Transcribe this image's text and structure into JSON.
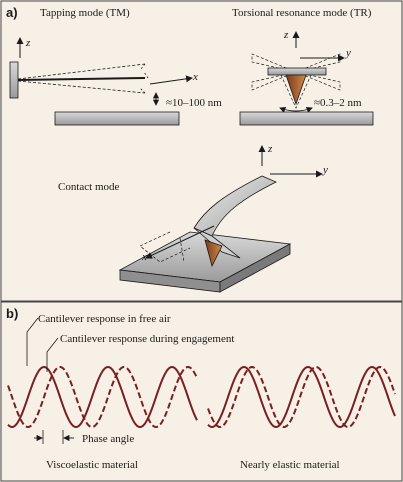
{
  "panel_a": {
    "label": "a)",
    "tapping": {
      "title": "Tapping mode (TM)",
      "range": "≈10–100 nm",
      "axis_z": "z",
      "axis_x": "x"
    },
    "torsional": {
      "title": "Torsional resonance mode (TR)",
      "range": "≈0.3–2 nm",
      "axis_z": "z",
      "axis_y": "y"
    },
    "contact": {
      "title": "Contact mode",
      "axis_z": "z",
      "axis_y": "y",
      "axis_x": "x"
    }
  },
  "panel_b": {
    "label": "b)",
    "free_air": "Cantilever response in free air",
    "engagement": "Cantilever response during engagement",
    "phase": "Phase angle",
    "material_left": "Viscoelastic material",
    "material_right": "Nearly elastic material"
  },
  "colors": {
    "background": "#f7f0e6",
    "wave": "#7a1f1f",
    "tip": "#a0522d",
    "border": "#444444"
  }
}
